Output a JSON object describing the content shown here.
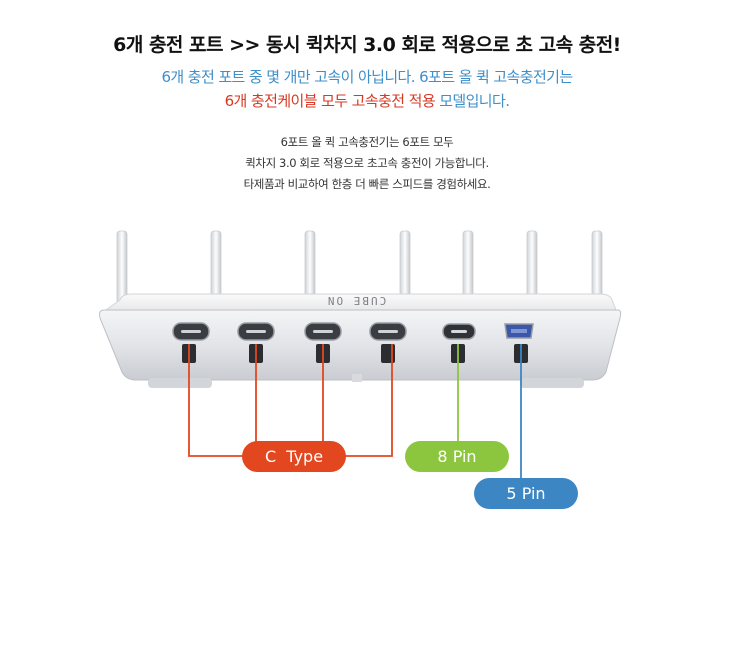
{
  "headline": "6개 충전 포트 >> 동시 퀵차지 3.0 회로 적용으로 초 고속 충전!",
  "subline1": "6개 충전 포트 중 몇 개만 고속이 아닙니다. 6포트 올 퀵 고속충전기는",
  "subline2_highlight": "6개 충전케이블 모두 고속충전 적용",
  "subline2_rest": " 모델입니다.",
  "description": [
    "6포트 올 퀵 고속충전기는 6포트 모두",
    "퀵차지 3.0 회로 적용으로 초고속 충전이 가능합니다.",
    "타제품과 비교하여 한층 더 빠른 스피드를 경험하세요."
  ],
  "brand": "CUBE ON",
  "labels": {
    "c_type": "C  Type",
    "pin8": "8 Pin",
    "pin5": "5 Pin"
  },
  "colors": {
    "c_type": "#e3471f",
    "pin8": "#8cc63f",
    "pin5": "#3c86c4",
    "blue_text": "#3f8fc9",
    "red_text": "#d63a24"
  }
}
